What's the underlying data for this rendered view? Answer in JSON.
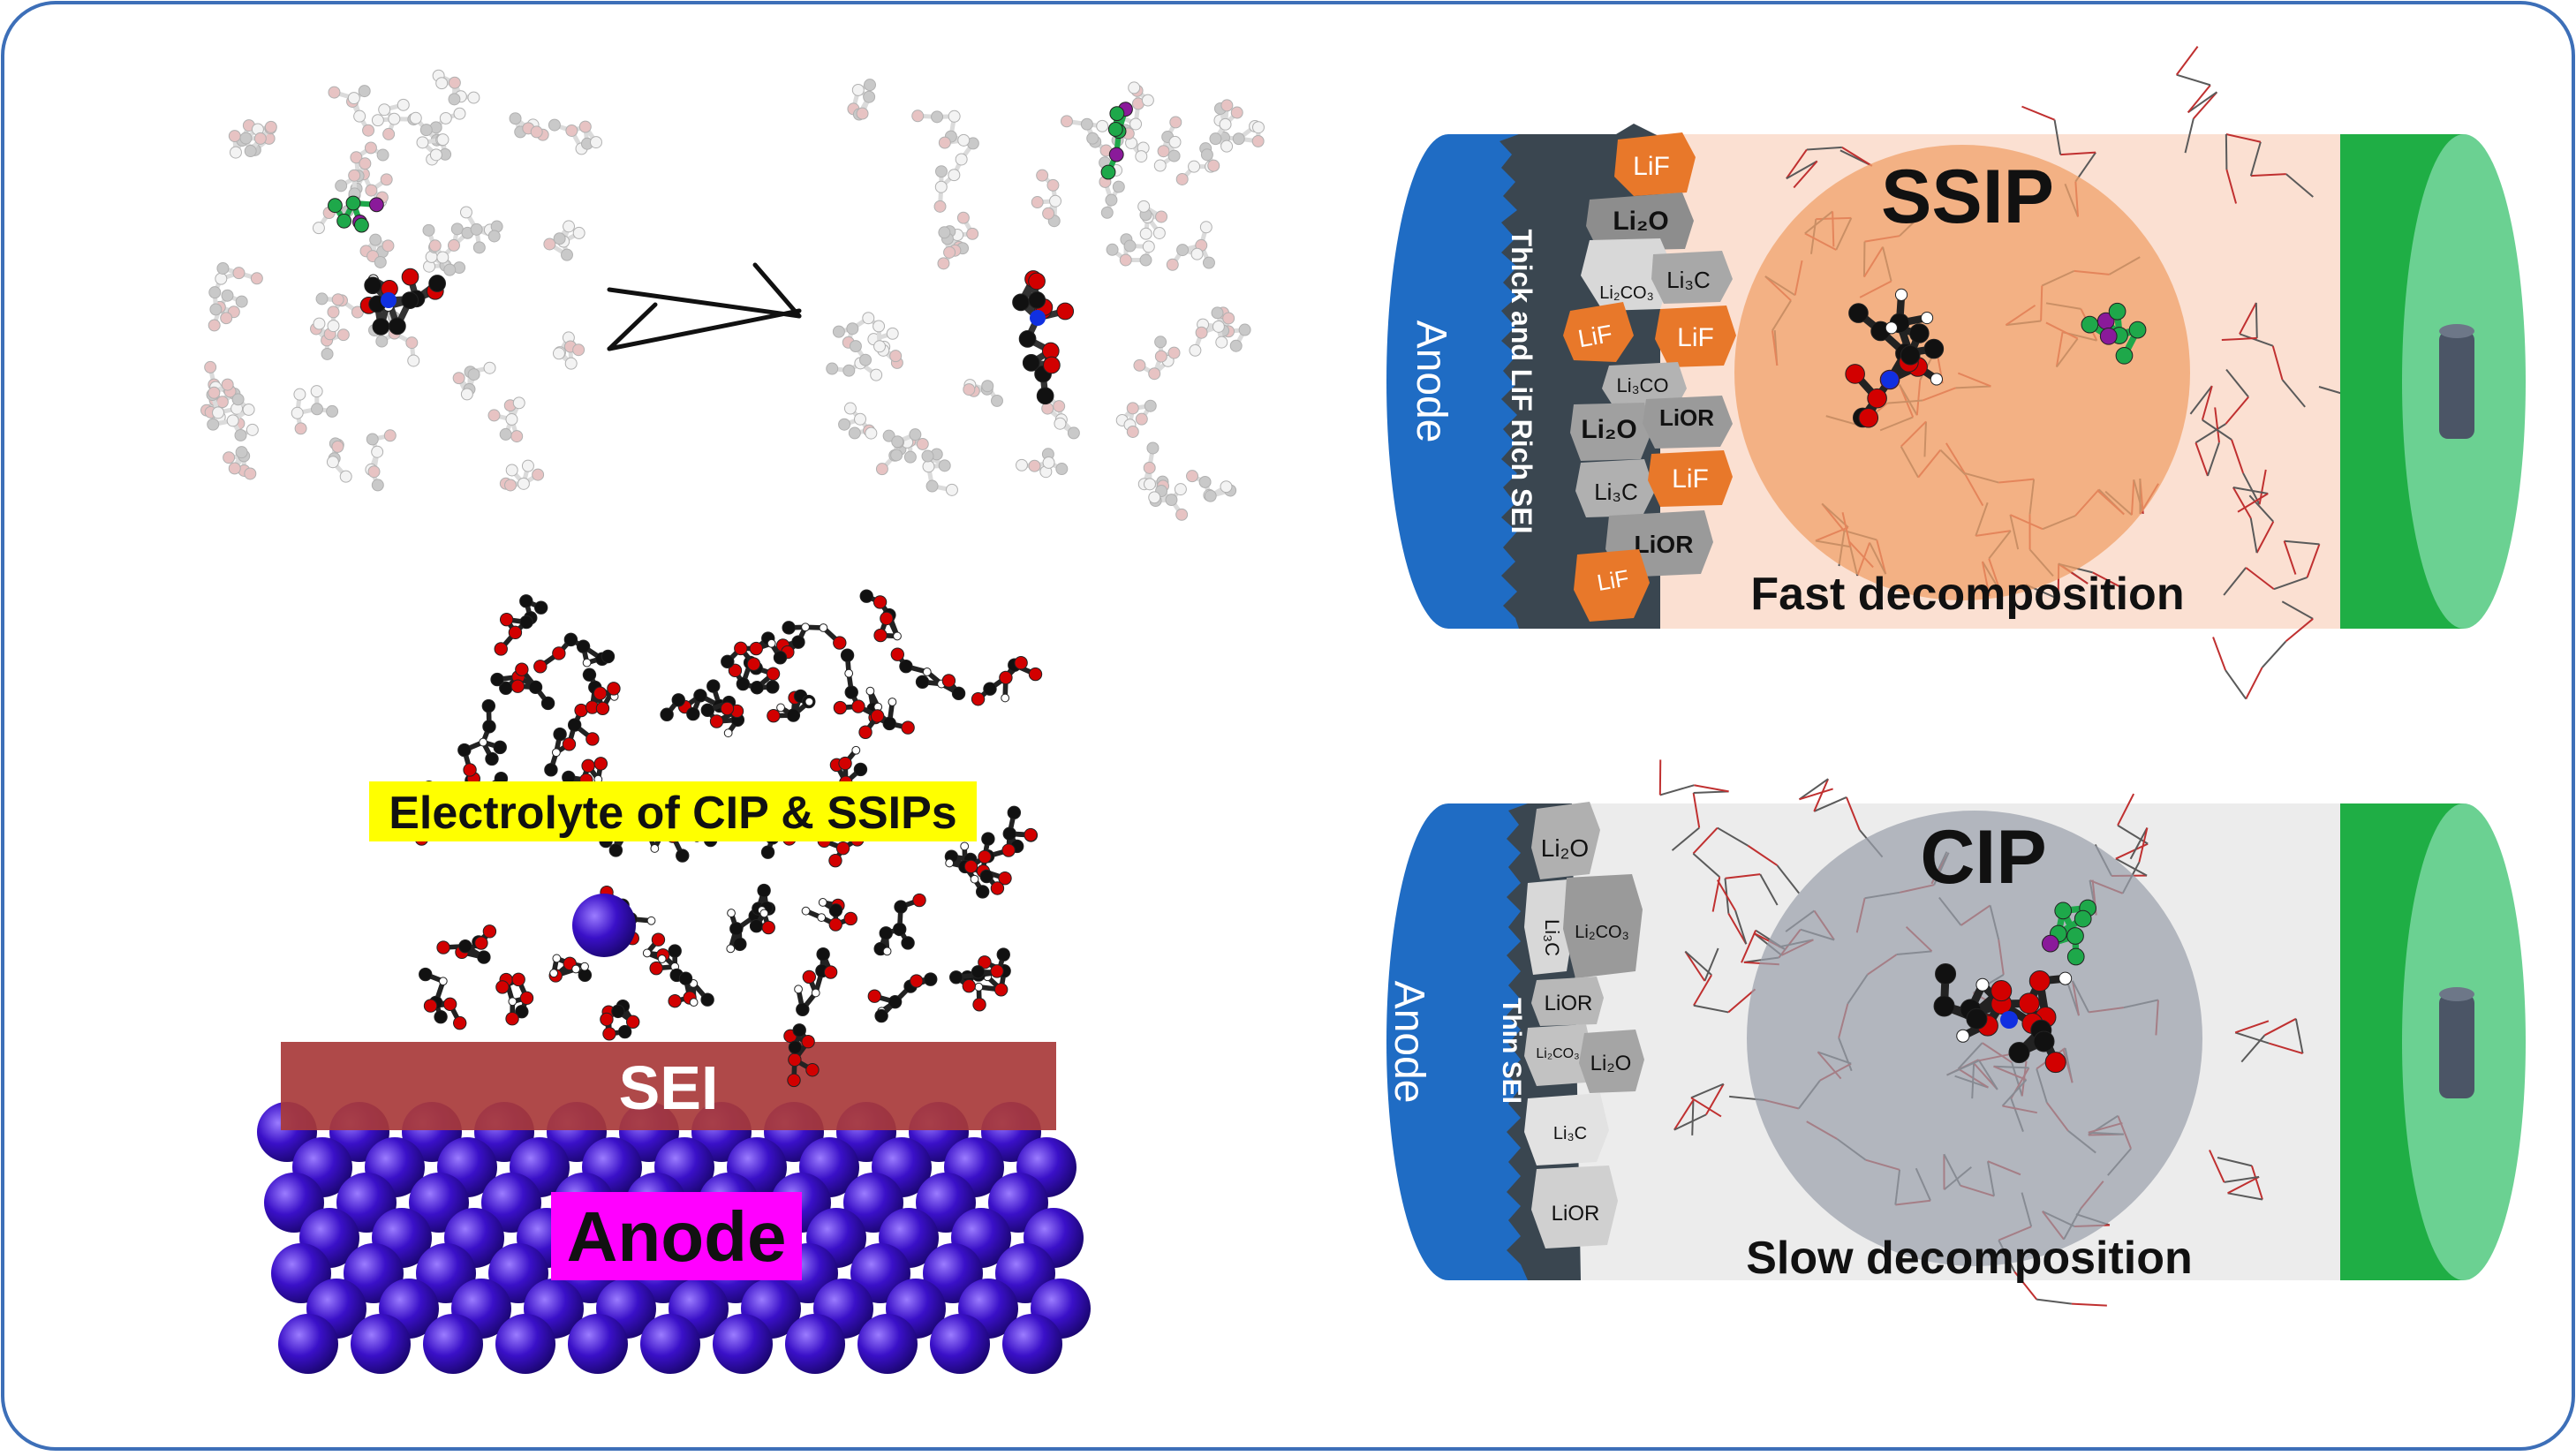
{
  "colors": {
    "frame": "#3d6fb8",
    "anode_blue": "#1f6cc4",
    "sei_dark": "#3a4650",
    "lif_orange": "#e8782a",
    "product_gray": "#9a9a9a",
    "electrolyte_pink": "#fbe0d2",
    "electrolyte_gray": "#ececec",
    "cathode_green": "#1fae45",
    "ssip_sphere": "#f0a16a",
    "cip_sphere": "#9aa0ab",
    "highlight_yellow": "#ffff00",
    "sei_slab": "#a83a3a",
    "anode_label_bg": "#ff00ff",
    "lattice_purple": "#4a14d6"
  },
  "icons": {
    "equilibrium": "equilibrium-harpoon-icon",
    "molecule": "ball-and-stick-molecule-icon"
  },
  "md_panel": {
    "electrolyte_label": "Electrolyte of CIP & SSIPs",
    "sei_label": "SEI",
    "anode_label": "Anode"
  },
  "ssip_cell": {
    "anode_label": "Anode",
    "sei_label": "Thick and LiF Rich SEI",
    "sphere_label": "SSIP",
    "caption": "Fast decomposition",
    "chunks": {
      "lif_1": "LiF",
      "li2o_1": "Li₂O",
      "li2co3": "Li₂CO₃",
      "li3c_1": "Li₃C",
      "lif_2": "LiF",
      "lif_3": "LiF",
      "li3co": "Li₃CO",
      "li2o_2": "Li₂O",
      "lior_1": "LiOR",
      "li3c_2": "Li₃C",
      "lif_4": "LiF",
      "lior_2": "LiOR",
      "lif_5": "LiF"
    }
  },
  "cip_cell": {
    "anode_label": "Anode",
    "sei_label": "Thin SEI",
    "sphere_label": "CIP",
    "caption": "Slow decomposition",
    "chunks": {
      "li2o_1": "Li₂O",
      "li3c_1": "Li₃C",
      "li2co3_1": "Li₂CO₃",
      "lior_1": "LiOR",
      "li2co3_2": "Li₂CO₃",
      "li2o_2": "Li₂O",
      "li3c_2": "Li₃C",
      "lior_2": "LiOR"
    }
  }
}
